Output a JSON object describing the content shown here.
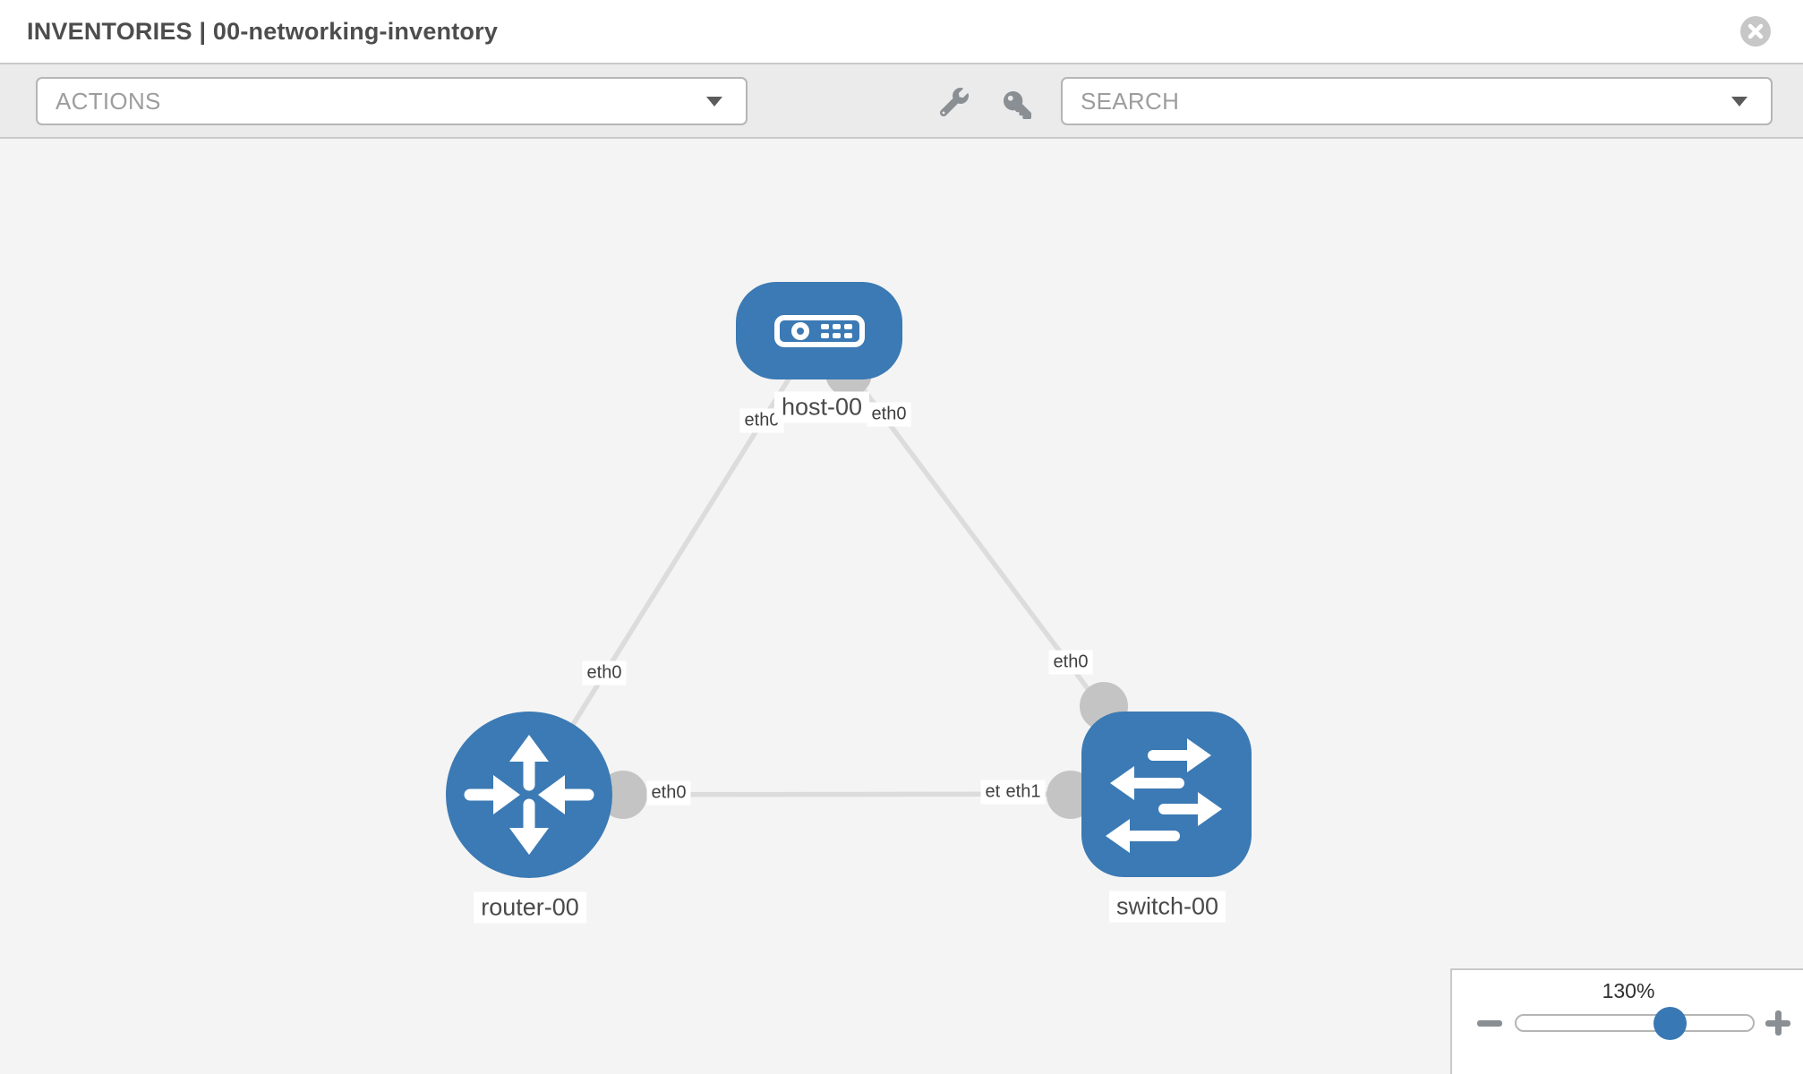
{
  "header": {
    "title": "INVENTORIES | 00-networking-inventory"
  },
  "toolbar": {
    "actions_placeholder": "ACTIONS",
    "search_placeholder": "SEARCH",
    "icons": [
      "wrench-icon",
      "key-icon"
    ]
  },
  "topology": {
    "nodes": [
      {
        "label": "host-00",
        "type": "host"
      },
      {
        "label": "router-00",
        "type": "router"
      },
      {
        "label": "switch-00",
        "type": "switch"
      }
    ],
    "links": [
      {
        "from": "host-00",
        "from_interface": "eth0",
        "to": "router-00",
        "to_interface": "eth0"
      },
      {
        "from": "host-00",
        "from_interface": "eth0",
        "to": "switch-00",
        "to_interface": "eth0"
      },
      {
        "from": "router-00",
        "from_interface": "eth0",
        "to": "switch-00",
        "to_interface": "eth1",
        "overlapped_interface_label": "eth0"
      }
    ]
  },
  "zoom_control": {
    "level": "130%"
  },
  "colors": {
    "node_blue": "#3b7ab4",
    "connector_gray": "#c4c4c4",
    "link_gray": "#dcdcdc",
    "toolbar_bg": "#ebebeb",
    "canvas_bg": "#f4f4f4"
  }
}
